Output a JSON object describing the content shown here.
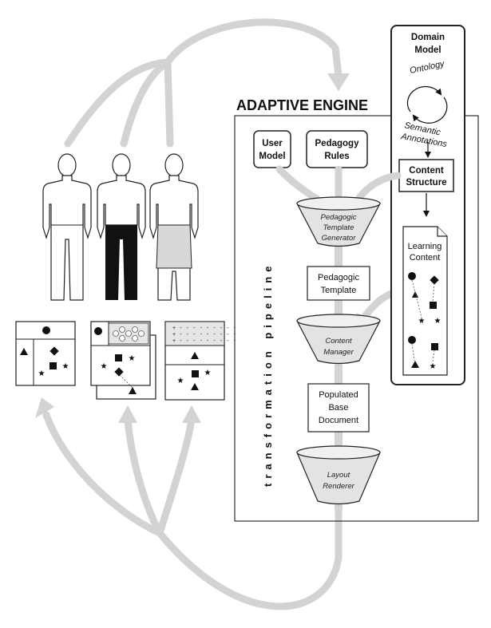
{
  "engine": {
    "title": "ADAPTIVE ENGINE",
    "pipeline_label": "transformation pipeline"
  },
  "domain_model": {
    "title_line1": "Domain",
    "title_line2": "Model",
    "ontology": "Ontology",
    "semantic": "Semantic",
    "annotations": "Annotations",
    "content_structure_line1": "Content",
    "content_structure_line2": "Structure",
    "learning_content_line1": "Learning",
    "learning_content_line2": "Content"
  },
  "inputs": {
    "user_model_line1": "User",
    "user_model_line2": "Model",
    "pedagogy_rules_line1": "Pedagogy",
    "pedagogy_rules_line2": "Rules"
  },
  "pipeline": {
    "funnel1_line1": "Pedagogic",
    "funnel1_line2": "Template",
    "funnel1_line3": "Generator",
    "template_line1": "Pedagogic",
    "template_line2": "Template",
    "funnel2_line1": "Content",
    "funnel2_line2": "Manager",
    "doc_line1": "Populated",
    "doc_line2": "Base",
    "doc_line3": "Document",
    "funnel3_line1": "Layout",
    "funnel3_line2": "Renderer"
  },
  "colors": {
    "arrow_gray": "#d3d3d3",
    "funnel_gray": "#e3e3e3",
    "ink": "#111111"
  }
}
